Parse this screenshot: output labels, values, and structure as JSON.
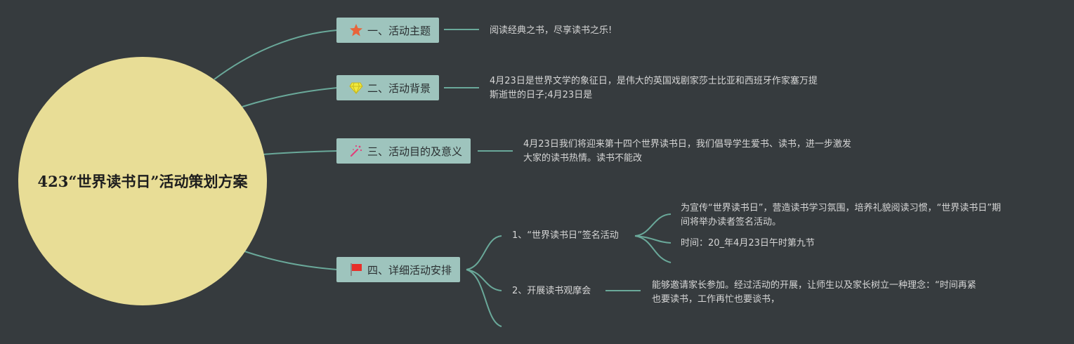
{
  "root": {
    "title": "423“世界读书日”活动策划方案"
  },
  "topics": [
    {
      "label": "一、活动主题",
      "icon": "star-icon",
      "notes": [
        "阅读经典之书，尽享读书之乐!"
      ]
    },
    {
      "label": "二、活动背景",
      "icon": "diamond-icon",
      "notes": [
        "4月23日是世界文学的象征日，是伟大的英国戏剧家莎士比亚和西班牙作家塞万提",
        "斯逝世的日子;4月23日是"
      ]
    },
    {
      "label": "三、活动目的及意义",
      "icon": "magic-wand-icon",
      "notes": [
        "4月23日我们将迎来第十四个世界读书日，我们倡导学生爱书、读书，进一步激发",
        "大家的读书热情。读书不能改"
      ]
    },
    {
      "label": "四、详细活动安排",
      "icon": "red-flag-icon",
      "children": [
        {
          "label": "1、“世界读书日”签名活动",
          "items": [
            [
              "为宣传“世界读书日”，营造读书学习氛围，培养礼貌阅读习惯，“世界读书日”期",
              "间将举办读者签名活动。"
            ],
            [
              "时间：20_年4月23日午时第九节"
            ]
          ]
        },
        {
          "label": "2、开展读书观摩会",
          "items": [
            [
              "能够邀请家长参加。经过活动的开展，让师生以及家长树立一种理念：“时间再紧",
              "也要读书，工作再忙也要谈书，"
            ]
          ]
        }
      ]
    }
  ],
  "colors": {
    "background": "#363b3e",
    "root_fill": "#e8dd96",
    "topic_fill": "#9ec4bd",
    "connector": "#6aa99a"
  }
}
